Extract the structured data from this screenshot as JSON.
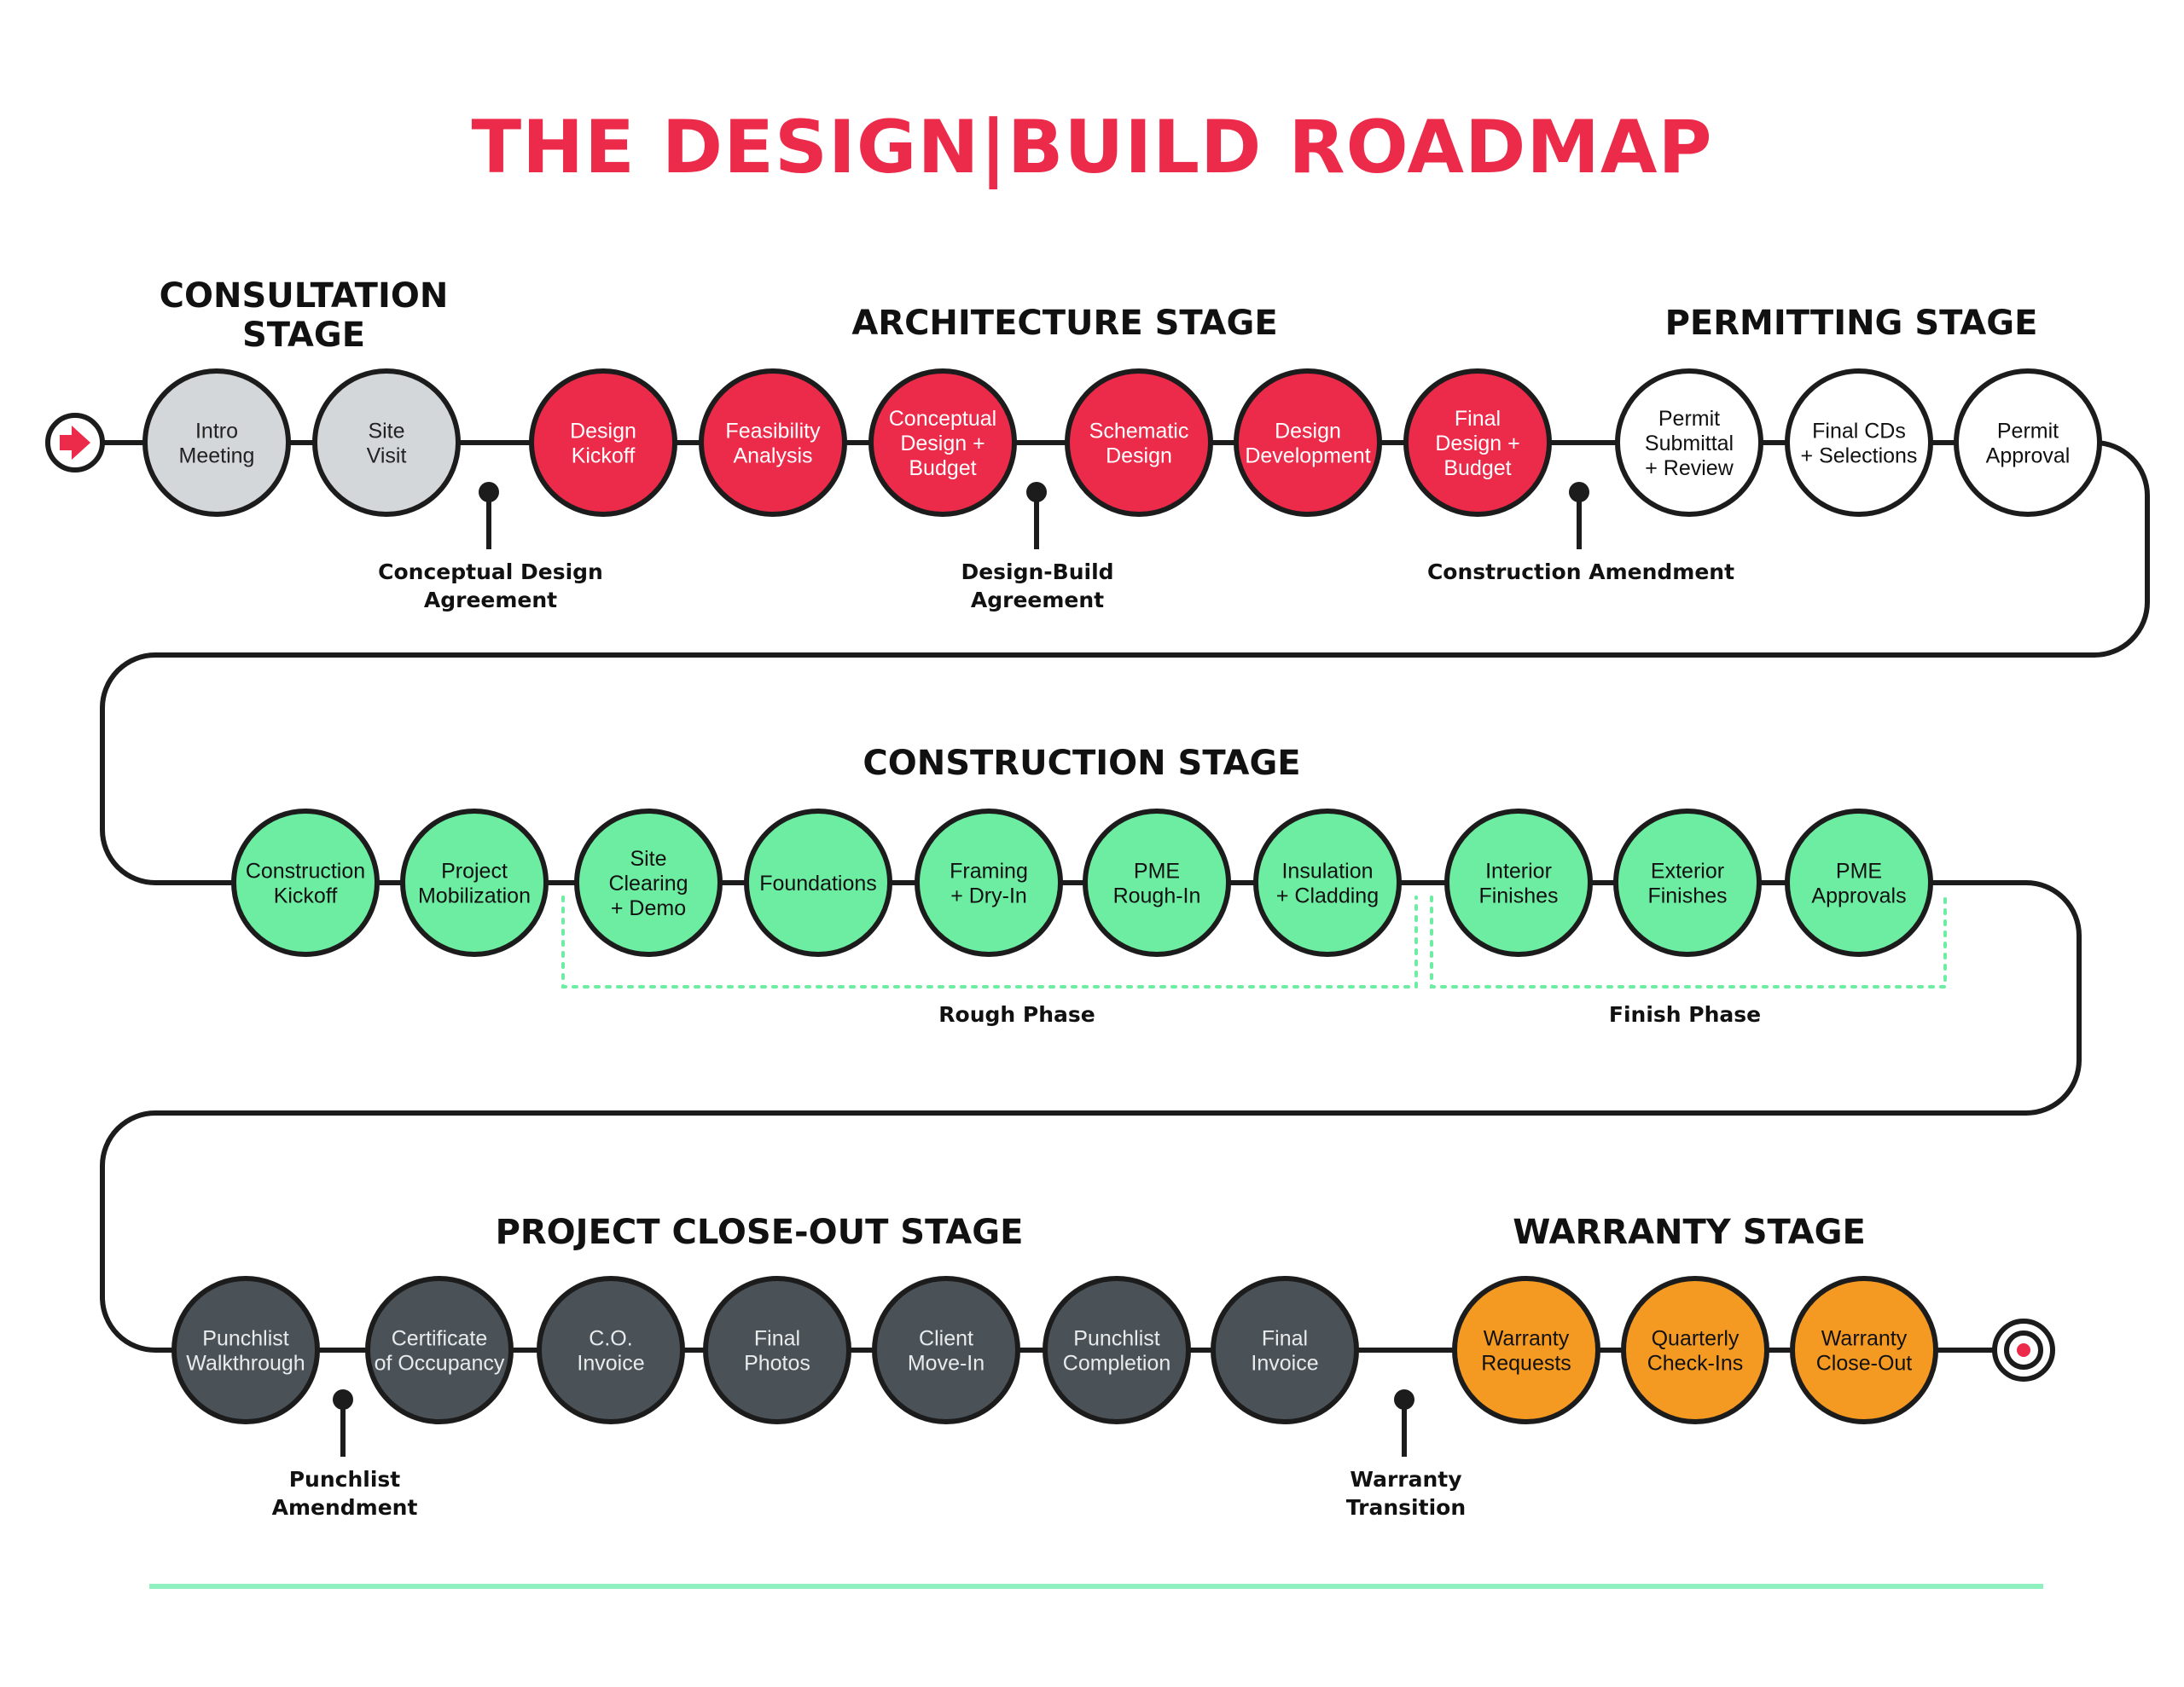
{
  "title": "THE DESIGN|BUILD ROADMAP",
  "colors": {
    "title": "#ec2a4a",
    "path": "#1c1c1c",
    "consultation": "#d4d7d9",
    "architecture": "#ec2a4a",
    "permitting": "#ffffff",
    "construction": "#6deda2",
    "closeout": "#4a5258",
    "warranty": "#f49a22",
    "divider": "#8ff0c0"
  },
  "icons": {
    "start": "arrow-right-icon",
    "end": "target-icon"
  },
  "stages": [
    {
      "key": "consultation",
      "label_lines": [
        "CONSULTATION",
        "STAGE"
      ]
    },
    {
      "key": "architecture",
      "label_lines": [
        "ARCHITECTURE STAGE"
      ]
    },
    {
      "key": "permitting",
      "label_lines": [
        "PERMITTING STAGE"
      ]
    },
    {
      "key": "construction",
      "label_lines": [
        "CONSTRUCTION STAGE"
      ]
    },
    {
      "key": "closeout",
      "label_lines": [
        "PROJECT CLOSE-OUT STAGE"
      ]
    },
    {
      "key": "warranty",
      "label_lines": [
        "WARRANTY STAGE"
      ]
    }
  ],
  "nodes": [
    {
      "stage": "consultation",
      "lines": [
        "Intro",
        "Meeting"
      ]
    },
    {
      "stage": "consultation",
      "lines": [
        "Site",
        "Visit"
      ]
    },
    {
      "stage": "architecture",
      "lines": [
        "Design",
        "Kickoff"
      ]
    },
    {
      "stage": "architecture",
      "lines": [
        "Feasibility",
        "Analysis"
      ]
    },
    {
      "stage": "architecture",
      "lines": [
        "Conceptual",
        "Design +",
        "Budget"
      ]
    },
    {
      "stage": "architecture",
      "lines": [
        "Schematic",
        "Design"
      ]
    },
    {
      "stage": "architecture",
      "lines": [
        "Design",
        "Development"
      ]
    },
    {
      "stage": "architecture",
      "lines": [
        "Final",
        "Design +",
        "Budget"
      ]
    },
    {
      "stage": "permitting",
      "lines": [
        "Permit",
        "Submittal",
        "+ Review"
      ]
    },
    {
      "stage": "permitting",
      "lines": [
        "Final CDs",
        "+ Selections"
      ]
    },
    {
      "stage": "permitting",
      "lines": [
        "Permit",
        "Approval"
      ]
    },
    {
      "stage": "construction",
      "lines": [
        "Construction",
        "Kickoff"
      ]
    },
    {
      "stage": "construction",
      "lines": [
        "Project",
        "Mobilization"
      ]
    },
    {
      "stage": "construction",
      "lines": [
        "Site",
        "Clearing",
        "+ Demo"
      ]
    },
    {
      "stage": "construction",
      "lines": [
        "Foundations"
      ]
    },
    {
      "stage": "construction",
      "lines": [
        "Framing",
        "+ Dry-In"
      ]
    },
    {
      "stage": "construction",
      "lines": [
        "PME",
        "Rough-In"
      ]
    },
    {
      "stage": "construction",
      "lines": [
        "Insulation",
        "+ Cladding"
      ]
    },
    {
      "stage": "construction",
      "lines": [
        "Interior",
        "Finishes"
      ]
    },
    {
      "stage": "construction",
      "lines": [
        "Exterior",
        "Finishes"
      ]
    },
    {
      "stage": "construction",
      "lines": [
        "PME",
        "Approvals"
      ]
    },
    {
      "stage": "closeout",
      "lines": [
        "Punchlist",
        "Walkthrough"
      ]
    },
    {
      "stage": "closeout",
      "lines": [
        "Certificate",
        "of Occupancy"
      ]
    },
    {
      "stage": "closeout",
      "lines": [
        "C.O.",
        "Invoice"
      ]
    },
    {
      "stage": "closeout",
      "lines": [
        "Final",
        "Photos"
      ]
    },
    {
      "stage": "closeout",
      "lines": [
        "Client",
        "Move-In"
      ]
    },
    {
      "stage": "closeout",
      "lines": [
        "Punchlist",
        "Completion"
      ]
    },
    {
      "stage": "closeout",
      "lines": [
        "Final",
        "Invoice"
      ]
    },
    {
      "stage": "warranty",
      "lines": [
        "Warranty",
        "Requests"
      ]
    },
    {
      "stage": "warranty",
      "lines": [
        "Quarterly",
        "Check-Ins"
      ]
    },
    {
      "stage": "warranty",
      "lines": [
        "Warranty",
        "Close-Out"
      ]
    }
  ],
  "milestones": [
    {
      "lines": [
        "Conceptual Design",
        "Agreement"
      ]
    },
    {
      "lines": [
        "Design-Build",
        "Agreement"
      ]
    },
    {
      "lines": [
        "Construction Amendment"
      ]
    },
    {
      "lines": [
        "Punchlist",
        "Amendment"
      ]
    },
    {
      "lines": [
        "Warranty",
        "Transition"
      ]
    }
  ],
  "phases": [
    {
      "label": "Rough Phase"
    },
    {
      "label": "Finish Phase"
    }
  ]
}
